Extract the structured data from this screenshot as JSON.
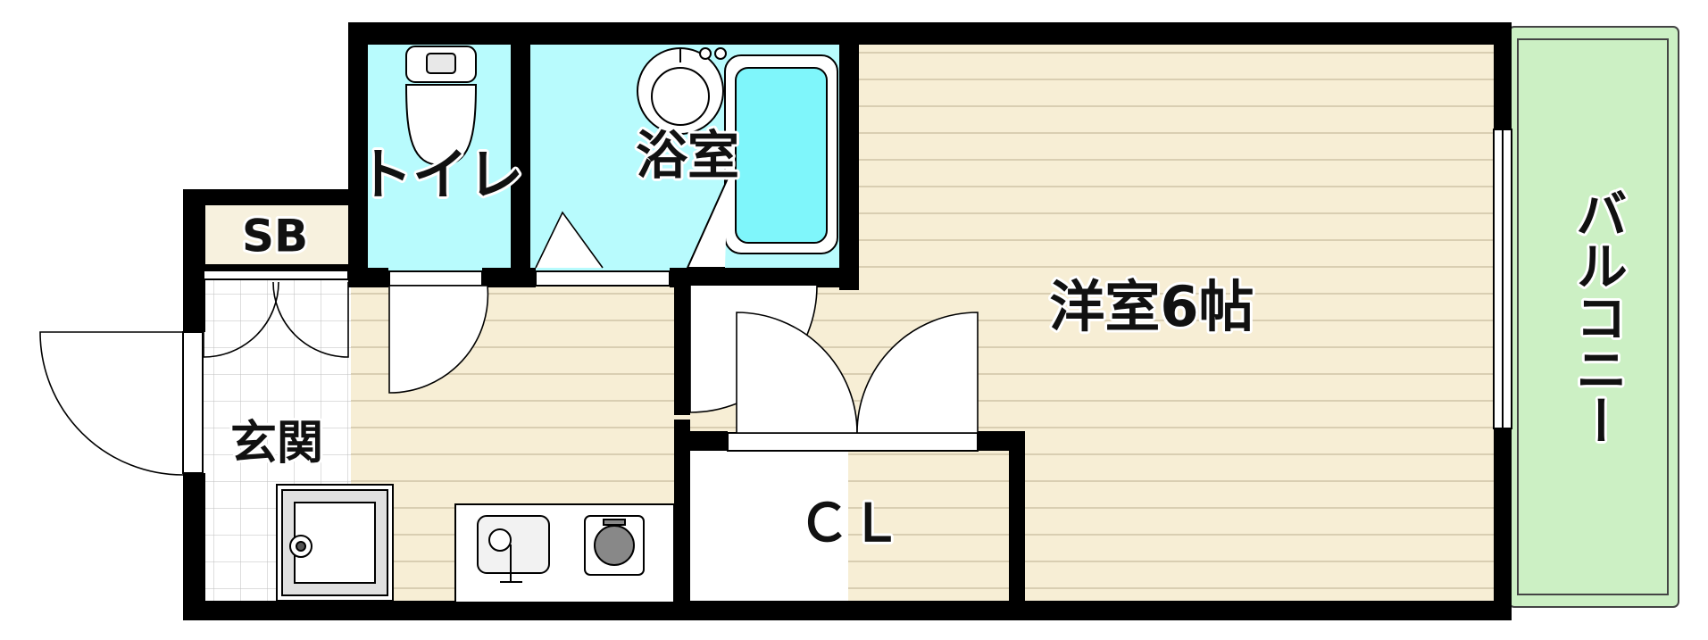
{
  "labels": {
    "toilet": "トイレ",
    "bath": "浴室",
    "western_room": "洋室6帖",
    "sb": "SB",
    "entrance": "玄関",
    "closet": "ＣＬ",
    "balcony": "バルコニー"
  },
  "colors": {
    "wall": "#000000",
    "wet_area": "#b8fbfd",
    "floor": "#f7eed5",
    "floor_line": "#cfc3a6",
    "balcony": "#ccf0c4",
    "tile": "#ffffff",
    "fixture": "#ffffff",
    "tub_water": "#7ff6fb"
  }
}
